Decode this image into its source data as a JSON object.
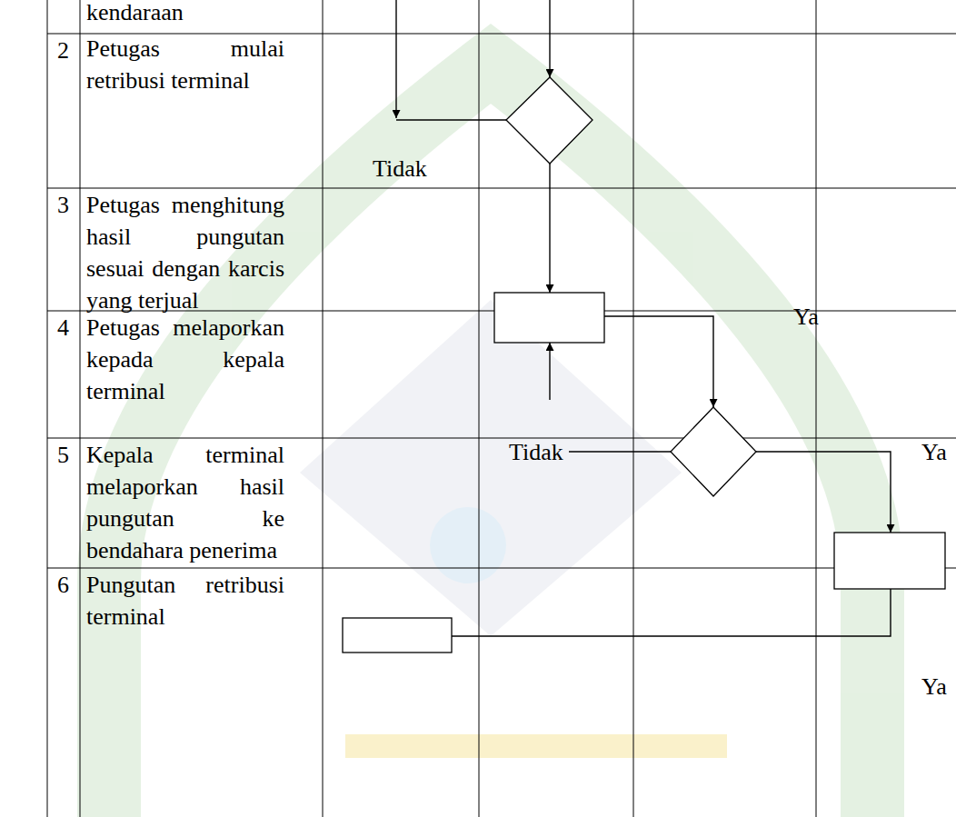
{
  "diagram": {
    "labels": [
      "kendaraan",
      "2",
      "Petugas mulai retribusi terminal",
      "Tidak",
      "3",
      "Petugas menghitung hasil pungutan sesuai dengan karcis yang terjual",
      "Ya",
      "4",
      "Petugas melaporkan kepada kepala terminal",
      "Tidak",
      "Ya",
      "5",
      "Kepala terminal melaporkan hasil pungutan ke bendahara penerima",
      "6",
      "Pungutan retribusi terminal",
      "Ya"
    ]
  }
}
